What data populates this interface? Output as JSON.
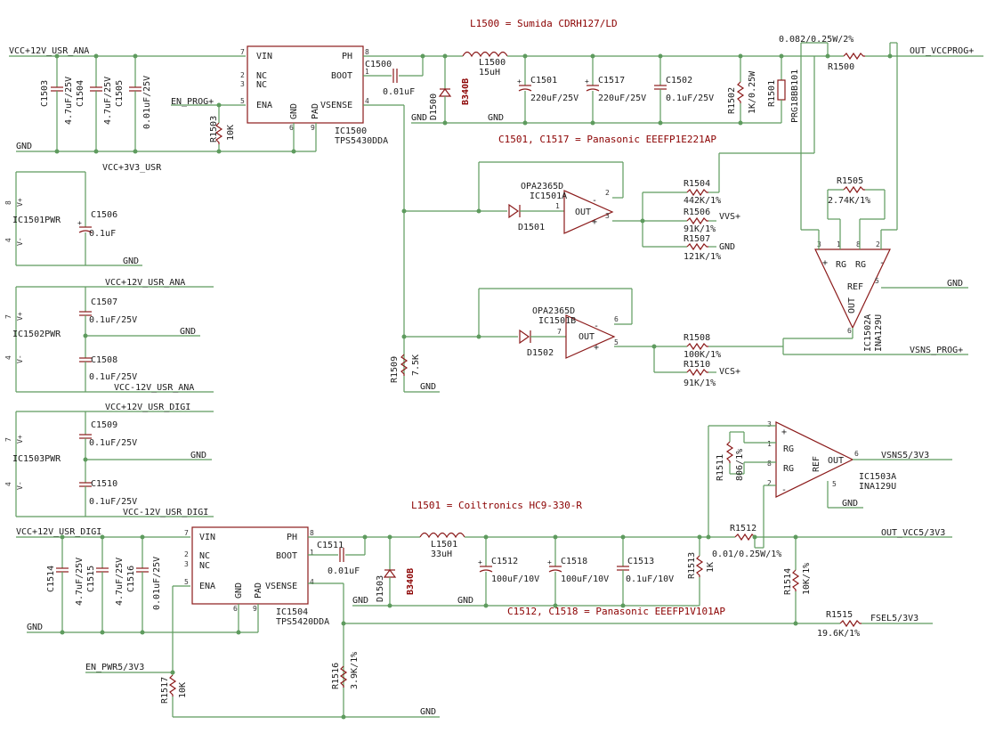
{
  "notes": {
    "l1500": "L1500 = Sumida CDRH127/LD",
    "c1501_c1517": "C1501, C1517 = Panasonic EEEFP1E221AP",
    "l1501": "L1501 = Coiltronics HC9-330-R",
    "c1512_c1518": "C1512, C1518 = Panasonic EEEFP1V101AP"
  },
  "nets": {
    "vcc12_ana_top": "VCC+12V_USR_ANA",
    "en_prog": "EN_PROG+",
    "gnd": "GND",
    "out_vccprog": "OUT_VCCPROG+",
    "vcc3v3": "VCC+3V3_USR",
    "vcc12_ana": "VCC+12V_USR_ANA",
    "vccm12_ana": "VCC-12V_USR_ANA",
    "vcc12_digi": "VCC+12V_USR_DIGI",
    "vccm12_digi": "VCC-12V_USR_DIGI",
    "vvs": "VVS+",
    "vcs": "VCS+",
    "vsns_prog": "VSNS_PROG+",
    "vsns5": "VSNS5/3V3",
    "out_vcc5": "OUT_VCC5/3V3",
    "fsel": "FSEL5/3V3",
    "en_pwr5": "EN_PWR5/3V3"
  },
  "parts": {
    "ic1500": {
      "name": "IC1500",
      "value": "TPS5430DDA",
      "vin": "VIN",
      "nc1": "NC",
      "nc2": "NC",
      "ena": "ENA",
      "gnd": "GND",
      "pad": "PAD",
      "ph": "PH",
      "boot": "BOOT",
      "vsense": "VSENSE"
    },
    "ic1504": {
      "name": "IC1504",
      "value": "TPS5420DDA",
      "vin": "VIN",
      "nc1": "NC",
      "nc2": "NC",
      "ena": "ENA",
      "gnd": "GND",
      "pad": "PAD",
      "ph": "PH",
      "boot": "BOOT",
      "vsense": "VSENSE"
    },
    "c1503": {
      "name": "C1503",
      "value": "4.7uF/25V"
    },
    "c1504": {
      "name": "C1504",
      "value": "4.7uF/25V"
    },
    "c1505": {
      "name": "C1505",
      "value": "0.01uF/25V"
    },
    "r1503": {
      "name": "R1503",
      "value": "10K"
    },
    "c1500": {
      "name": "C1500",
      "value": "0.01uF"
    },
    "l1500": {
      "name": "L1500",
      "value": "15uH"
    },
    "d1500": {
      "name": "D1500",
      "value": "B340B"
    },
    "c1501": {
      "name": "C1501",
      "value": "220uF/25V"
    },
    "c1517": {
      "name": "C1517",
      "value": "220uF/25V"
    },
    "c1502": {
      "name": "C1502",
      "value": "0.1uF/25V"
    },
    "r1502": {
      "name": "R1502",
      "value": "1K/0.25W"
    },
    "r1501": {
      "name": "R1501",
      "value": "PRG18BB101"
    },
    "r1500": {
      "name": "R1500",
      "value": "0.082/0.25W/2%"
    },
    "ic1501a": {
      "name": "IC1501A",
      "value": "OPA2365D",
      "out": "OUT"
    },
    "ic1501b": {
      "name": "IC1501B",
      "value": "OPA2365D",
      "out": "OUT"
    },
    "d1501": {
      "name": "D1501"
    },
    "d1502": {
      "name": "D1502"
    },
    "r1504": {
      "name": "R1504",
      "value": "442K/1%"
    },
    "r1506": {
      "name": "R1506",
      "value": "91K/1%"
    },
    "r1507": {
      "name": "R1507",
      "value": "121K/1%"
    },
    "r1508": {
      "name": "R1508",
      "value": "100K/1%"
    },
    "r1510": {
      "name": "R1510",
      "value": "91K/1%"
    },
    "r1509": {
      "name": "R1509",
      "value": "7.5K"
    },
    "r1505": {
      "name": "R1505",
      "value": "2.74K/1%"
    },
    "ic1502a": {
      "name": "IC1502A",
      "value": "INA129U",
      "rg": "RG",
      "ref": "REF",
      "out": "OUT"
    },
    "ic1501pwr": {
      "name": "IC1501PWR"
    },
    "ic1502pwr": {
      "name": "IC1502PWR"
    },
    "ic1503pwr": {
      "name": "IC1503PWR"
    },
    "c1506": {
      "name": "C1506",
      "value": "0.1uF"
    },
    "c1507": {
      "name": "C1507",
      "value": "0.1uF/25V"
    },
    "c1508": {
      "name": "C1508",
      "value": "0.1uF/25V"
    },
    "c1509": {
      "name": "C1509",
      "value": "0.1uF/25V"
    },
    "c1510": {
      "name": "C1510",
      "value": "0.1uF/25V"
    },
    "r1511": {
      "name": "R1511",
      "value": "806/1%"
    },
    "ic1503a": {
      "name": "IC1503A",
      "value": "INA129U",
      "rg1": "RG",
      "rg2": "RG",
      "ref": "REF",
      "out": "OUT"
    },
    "c1514": {
      "name": "C1514",
      "value": "4.7uF/25V"
    },
    "c1515": {
      "name": "C1515",
      "value": "4.7uF/25V"
    },
    "c1516": {
      "name": "C1516",
      "value": "0.01uF/25V"
    },
    "c1511": {
      "name": "C1511",
      "value": "0.01uF"
    },
    "l1501": {
      "name": "L1501",
      "value": "33uH"
    },
    "d1503": {
      "name": "D1503",
      "value": "B340B"
    },
    "c1512": {
      "name": "C1512",
      "value": "100uF/10V"
    },
    "c1518": {
      "name": "C1518",
      "value": "100uF/10V"
    },
    "c1513": {
      "name": "C1513",
      "value": "0.1uF/10V"
    },
    "r1513": {
      "name": "R1513",
      "value": "1K"
    },
    "r1512": {
      "name": "R1512",
      "value": "0.01/0.25W/1%"
    },
    "r1514": {
      "name": "R1514",
      "value": "10K/1%"
    },
    "r1515": {
      "name": "R1515",
      "value": "19.6K/1%"
    },
    "r1516": {
      "name": "R1516",
      "value": "3.9K/1%"
    },
    "r1517": {
      "name": "R1517",
      "value": "10K"
    }
  },
  "pins": {
    "p1": "1",
    "p2": "2",
    "p3": "3",
    "p4": "4",
    "p5": "5",
    "p6": "6",
    "p7": "7",
    "p8": "8",
    "p9": "9",
    "plus": "+",
    "minus": "-",
    "vplus": "V+",
    "vminus": "V-"
  }
}
